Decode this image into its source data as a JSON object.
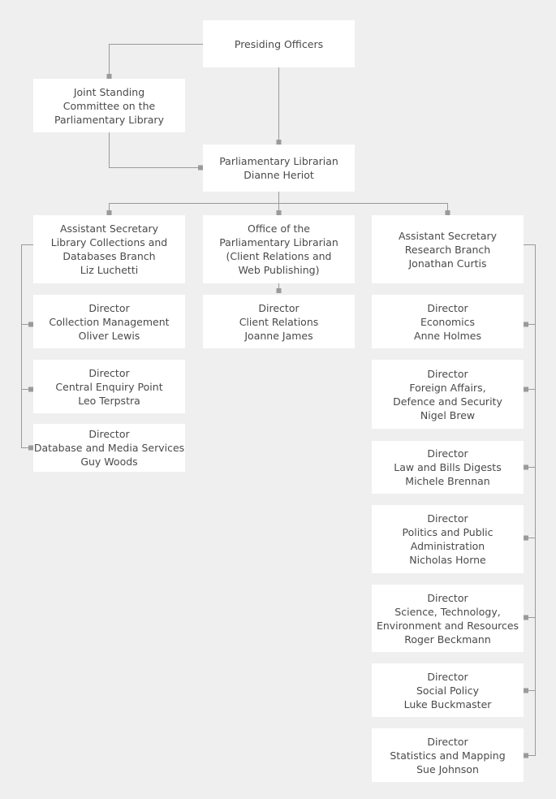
{
  "nodes": {
    "presiding": {
      "lines": [
        "Presiding Officers"
      ]
    },
    "joint": {
      "lines": [
        "Joint Standing",
        "Committee on the",
        "Parliamentary Library"
      ]
    },
    "librarian": {
      "lines": [
        "Parliamentary Librarian",
        "Dianne Heriot"
      ]
    },
    "asst_collections": {
      "lines": [
        "Assistant Secretary",
        "Library Collections and",
        "Databases Branch",
        "Liz Luchetti"
      ]
    },
    "office": {
      "lines": [
        "Office of the",
        "Parliamentary Librarian",
        "(Client Relations and",
        "Web Publishing)"
      ]
    },
    "asst_research": {
      "lines": [
        "Assistant Secretary",
        "Research Branch",
        "Jonathan Curtis"
      ]
    },
    "collection_mgmt": {
      "lines": [
        "Director",
        "Collection Management",
        "Oliver Lewis"
      ]
    },
    "enquiry": {
      "lines": [
        "Director",
        "Central Enquiry Point",
        "Leo Terpstra"
      ]
    },
    "database": {
      "lines": [
        "Director",
        "Database and Media Services",
        "Guy Woods"
      ]
    },
    "client": {
      "lines": [
        "Director",
        "Client Relations",
        "Joanne James"
      ]
    },
    "economics": {
      "lines": [
        "Director",
        "Economics",
        "Anne Holmes"
      ]
    },
    "foreign": {
      "lines": [
        "Director",
        "Foreign Affairs,",
        "Defence and Security",
        "Nigel Brew"
      ]
    },
    "law": {
      "lines": [
        "Director",
        "Law and Bills Digests",
        "Michele Brennan"
      ]
    },
    "politics": {
      "lines": [
        "Director",
        "Politics and Public",
        "Administration",
        "Nicholas Horne"
      ]
    },
    "science": {
      "lines": [
        "Director",
        "Science, Technology,",
        "Environment and Resources",
        "Roger Beckmann"
      ]
    },
    "social": {
      "lines": [
        "Director",
        "Social Policy",
        "Luke Buckmaster"
      ]
    },
    "stats": {
      "lines": [
        "Director",
        "Statistics and Mapping",
        "Sue Johnson"
      ]
    }
  },
  "colors": {
    "background": "#efefef",
    "box": "#ffffff",
    "line": "#9a9a9a",
    "text": "#4a4a4a"
  }
}
